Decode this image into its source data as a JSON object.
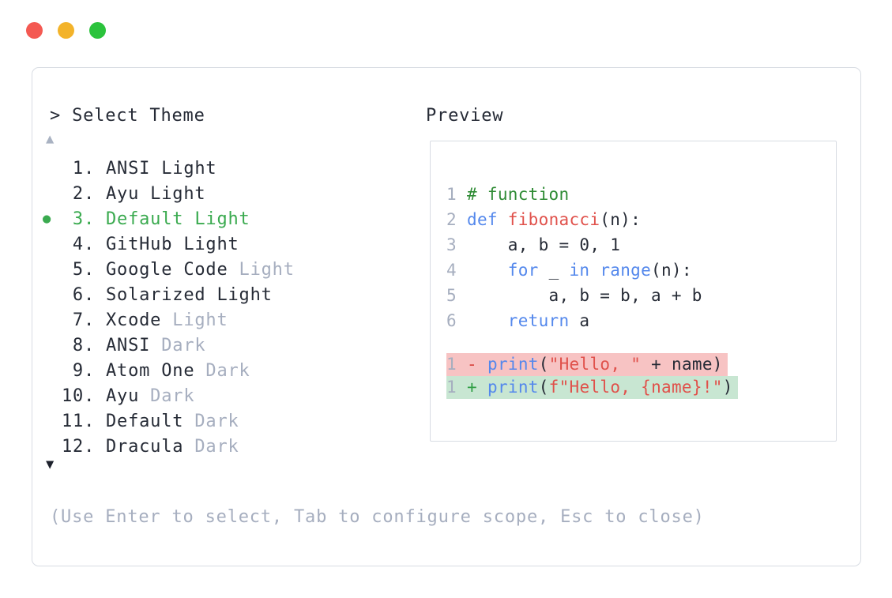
{
  "window": {
    "controls": [
      {
        "name": "close",
        "color": "#f45952"
      },
      {
        "name": "minimize",
        "color": "#f3b32a"
      },
      {
        "name": "zoom",
        "color": "#2bc33c"
      }
    ]
  },
  "prompt": {
    "text": "> Select Theme"
  },
  "list": {
    "up_arrow": "▲",
    "down_arrow": "▼",
    "selected_marker": "●",
    "items": [
      {
        "number": "1.",
        "name": "ANSI",
        "variant": "Light",
        "variant_muted": false,
        "selected": false
      },
      {
        "number": "2.",
        "name": "Ayu",
        "variant": "Light",
        "variant_muted": false,
        "selected": false
      },
      {
        "number": "3.",
        "name": "Default",
        "variant": "Light",
        "variant_muted": false,
        "selected": true
      },
      {
        "number": "4.",
        "name": "GitHub",
        "variant": "Light",
        "variant_muted": false,
        "selected": false
      },
      {
        "number": "5.",
        "name": "Google Code",
        "variant": "Light",
        "variant_muted": true,
        "selected": false
      },
      {
        "number": "6.",
        "name": "Solarized",
        "variant": "Light",
        "variant_muted": false,
        "selected": false
      },
      {
        "number": "7.",
        "name": "Xcode",
        "variant": "Light",
        "variant_muted": true,
        "selected": false
      },
      {
        "number": "8.",
        "name": "ANSI",
        "variant": "Dark",
        "variant_muted": true,
        "selected": false
      },
      {
        "number": "9.",
        "name": "Atom One",
        "variant": "Dark",
        "variant_muted": true,
        "selected": false
      },
      {
        "number": "10.",
        "name": "Ayu",
        "variant": "Dark",
        "variant_muted": true,
        "selected": false
      },
      {
        "number": "11.",
        "name": "Default",
        "variant": "Dark",
        "variant_muted": true,
        "selected": false
      },
      {
        "number": "12.",
        "name": "Dracula",
        "variant": "Dark",
        "variant_muted": true,
        "selected": false
      }
    ]
  },
  "preview": {
    "label": "Preview",
    "code_lines": [
      {
        "num": "1",
        "tokens": [
          {
            "text": "# function",
            "type": "comment"
          }
        ]
      },
      {
        "num": "2",
        "tokens": [
          {
            "text": "def",
            "type": "keyword"
          },
          {
            "text": " ",
            "type": "plain"
          },
          {
            "text": "fibonacci",
            "type": "function"
          },
          {
            "text": "(n):",
            "type": "plain"
          }
        ]
      },
      {
        "num": "3",
        "tokens": [
          {
            "text": "    a, b = 0, 1",
            "type": "plain"
          }
        ]
      },
      {
        "num": "4",
        "tokens": [
          {
            "text": "    ",
            "type": "plain"
          },
          {
            "text": "for",
            "type": "keyword"
          },
          {
            "text": " _ ",
            "type": "plain"
          },
          {
            "text": "in",
            "type": "keyword"
          },
          {
            "text": " ",
            "type": "plain"
          },
          {
            "text": "range",
            "type": "keyword"
          },
          {
            "text": "(n):",
            "type": "plain"
          }
        ]
      },
      {
        "num": "5",
        "tokens": [
          {
            "text": "        a, b = b, a + b",
            "type": "plain"
          }
        ]
      },
      {
        "num": "6",
        "tokens": [
          {
            "text": "    ",
            "type": "plain"
          },
          {
            "text": "return",
            "type": "keyword"
          },
          {
            "text": " a",
            "type": "plain"
          }
        ]
      }
    ],
    "diff_lines": [
      {
        "num": "1",
        "marker": "-",
        "kind": "removed",
        "tokens": [
          {
            "text": "print",
            "type": "keyword"
          },
          {
            "text": "(",
            "type": "plain"
          },
          {
            "text": "\"Hello, \"",
            "type": "string"
          },
          {
            "text": " + name)",
            "type": "plain"
          }
        ]
      },
      {
        "num": "1",
        "marker": "+",
        "kind": "added",
        "tokens": [
          {
            "text": "print",
            "type": "keyword"
          },
          {
            "text": "(",
            "type": "plain"
          },
          {
            "text": "f\"Hello, {name}!\"",
            "type": "string"
          },
          {
            "text": ")",
            "type": "plain"
          }
        ]
      }
    ]
  },
  "help": {
    "text": "(Use Enter to select, Tab to configure scope, Esc to close)"
  },
  "colors": {
    "text_dark": "#262b36",
    "text_muted": "#a6aebf",
    "accent_green": "#3aaa4f",
    "comment_green": "#2e8b34",
    "keyword_blue": "#5488ec",
    "string_red": "#e0514b",
    "diff_removed_bg": "#f7c3c3",
    "diff_added_bg": "#c8e6d2",
    "diff_minus": "#d9453f",
    "diff_plus": "#2f9e44",
    "border_gray": "#d8dce3",
    "arrow_up_gray": "#a9b2c2",
    "arrow_down_dark": "#1d212c",
    "traffic_red": "#f45952",
    "traffic_yellow": "#f3b32a",
    "traffic_green": "#2bc33c"
  }
}
